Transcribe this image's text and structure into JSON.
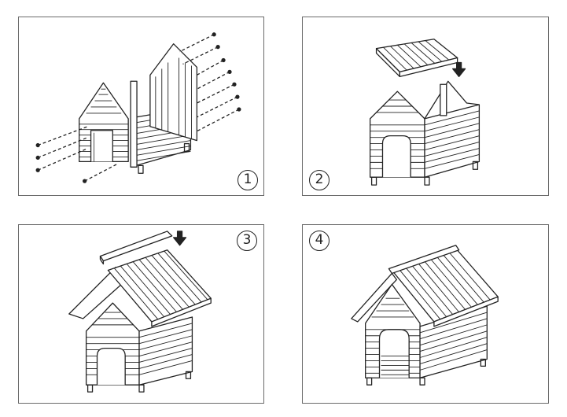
{
  "steps": [
    {
      "number": "1",
      "icon": "dog-house-frame-nails-icon"
    },
    {
      "number": "2",
      "icon": "dog-house-roof-panel-icon"
    },
    {
      "number": "3",
      "icon": "dog-house-ridge-cap-icon"
    },
    {
      "number": "4",
      "icon": "dog-house-complete-icon"
    }
  ],
  "colors": {
    "line": "#222222",
    "border": "#6a6a6a",
    "background": "#ffffff"
  }
}
